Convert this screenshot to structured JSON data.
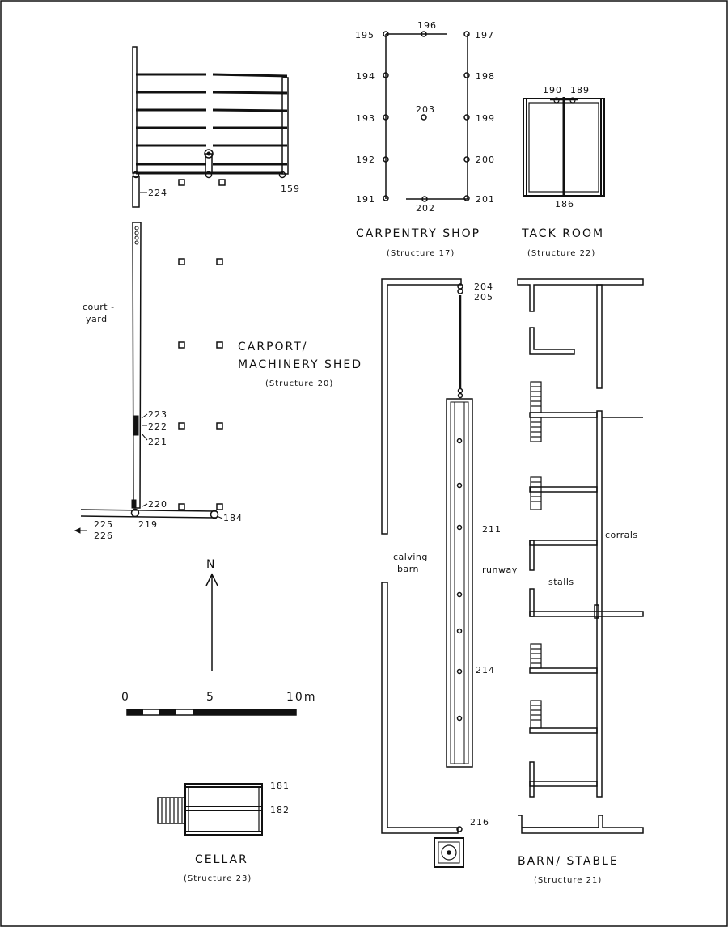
{
  "structures": {
    "carpentry_shop": {
      "title": "CARPENTRY  SHOP",
      "subtitle": "(Structure 17)"
    },
    "tack_room": {
      "title": "TACK  ROOM",
      "subtitle": "(Structure 22)"
    },
    "carport": {
      "title_line1": "CARPORT/",
      "title_line2": "MACHINERY SHED",
      "subtitle": "(Structure 20)"
    },
    "cellar": {
      "title": "CELLAR",
      "subtitle": "(Structure 23)"
    },
    "barn_stable": {
      "title": "BARN/ STABLE",
      "subtitle": "(Structure 21)"
    }
  },
  "area_labels": {
    "courtyard_line1": "court -",
    "courtyard_line2": "yard",
    "calving_line1": "calving",
    "calving_line2": "barn",
    "runway": "runway",
    "corrals": "corrals",
    "stalls": "stalls"
  },
  "post_labels": {
    "p159": "159",
    "p181": "181",
    "p182": "182",
    "p184": "184",
    "p186": "186",
    "p189": "189",
    "p190": "190",
    "p191": "191",
    "p192": "192",
    "p193": "193",
    "p194": "194",
    "p195": "195",
    "p196": "196",
    "p197": "197",
    "p198": "198",
    "p199": "199",
    "p200": "200",
    "p201": "201",
    "p202": "202",
    "p203": "203",
    "p204": "204",
    "p205": "205",
    "p211": "211",
    "p214": "214",
    "p216": "216",
    "p219": "219",
    "p220": "220",
    "p221": "221",
    "p222": "222",
    "p223": "223",
    "p224": "224",
    "p225": "225",
    "p226": "226"
  },
  "north_arrow": {
    "label": "N"
  },
  "scale_bar": {
    "tick0": "0",
    "tick5": "5",
    "tick10": "10m"
  }
}
